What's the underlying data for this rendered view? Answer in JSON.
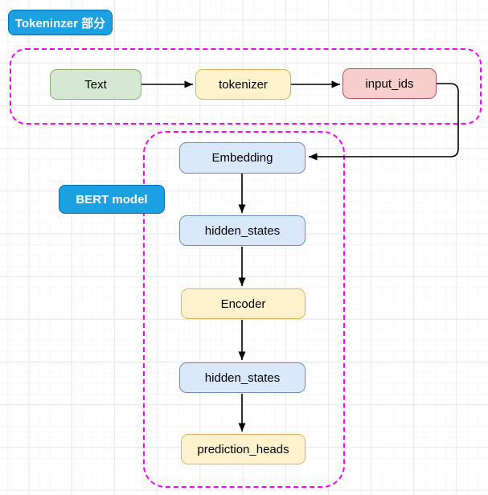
{
  "badges": {
    "tokenizer_section": "Tokeninzer 部分",
    "bert_model": "BERT model"
  },
  "nodes": {
    "text": "Text",
    "tokenizer": "tokenizer",
    "input_ids": "input_ids",
    "embedding": "Embedding",
    "hidden_states_1": "hidden_states",
    "encoder": "Encoder",
    "hidden_states_2": "hidden_states",
    "prediction_heads": "prediction_heads"
  },
  "edges": [
    {
      "from": "text",
      "to": "tokenizer"
    },
    {
      "from": "tokenizer",
      "to": "input_ids"
    },
    {
      "from": "input_ids",
      "to": "embedding"
    },
    {
      "from": "embedding",
      "to": "hidden_states_1"
    },
    {
      "from": "hidden_states_1",
      "to": "encoder"
    },
    {
      "from": "encoder",
      "to": "hidden_states_2"
    },
    {
      "from": "hidden_states_2",
      "to": "prediction_heads"
    }
  ],
  "colors": {
    "badge_fill": "#1ba1e2",
    "badge_border": "#006eaf",
    "badge_text": "#ffffff",
    "green_fill": "#d5e8d4",
    "green_border": "#82b366",
    "yellow_fill": "#fff2cc",
    "yellow_border": "#d6b656",
    "red_fill": "#f8cecc",
    "red_border": "#b85450",
    "blue_fill": "#dae8fc",
    "blue_border": "#6c8ebf",
    "group_outline": "#ff00ff",
    "arrow": "#000000",
    "node_text": "#000000"
  }
}
